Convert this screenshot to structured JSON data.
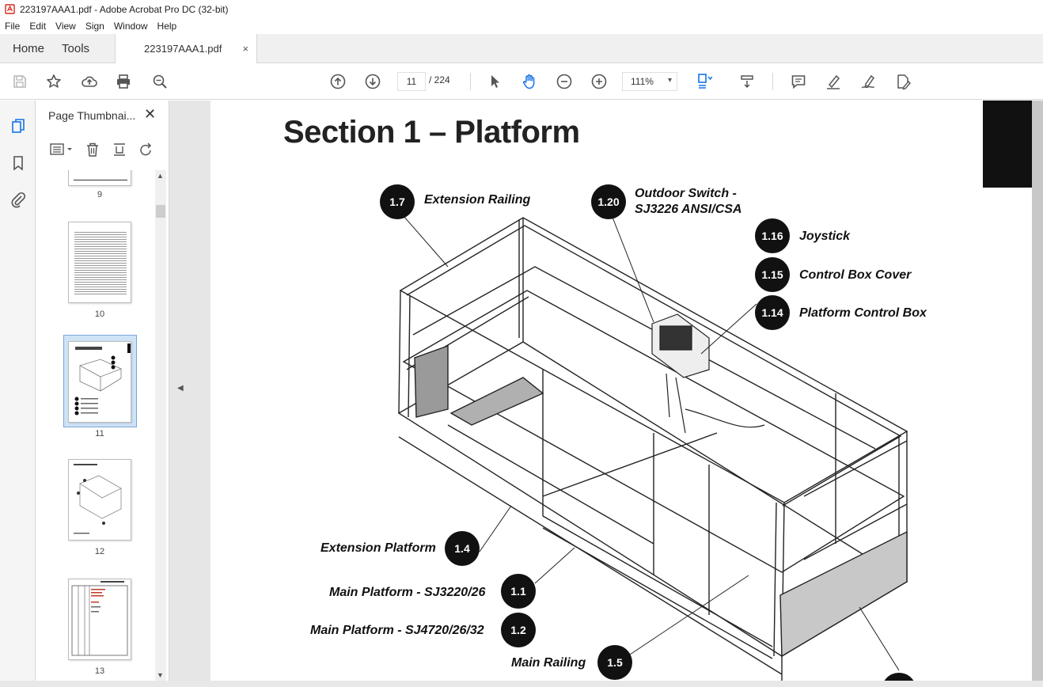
{
  "window": {
    "title": "223197AAA1.pdf - Adobe Acrobat Pro DC (32-bit)"
  },
  "menu": [
    "File",
    "Edit",
    "View",
    "Sign",
    "Window",
    "Help"
  ],
  "tabs": {
    "home": "Home",
    "tools": "Tools",
    "document": "223197AAA1.pdf",
    "close": "×"
  },
  "toolbar": {
    "current_page": "11",
    "page_total": "/ 224",
    "zoom": "111%"
  },
  "thumbnails": {
    "title": "Page Thumbnai...",
    "close": "✕",
    "pages": [
      "9",
      "10",
      "11",
      "12",
      "13"
    ],
    "selected": "11"
  },
  "document": {
    "heading": "Section 1 – Platform",
    "callouts": [
      {
        "num": "1.7",
        "label": "Extension Railing"
      },
      {
        "num": "1.20",
        "label": "Outdoor Switch -",
        "label2": "SJ3226 ANSI/CSA"
      },
      {
        "num": "1.16",
        "label": "Joystick"
      },
      {
        "num": "1.15",
        "label": "Control Box Cover"
      },
      {
        "num": "1.14",
        "label": "Platform Control Box"
      },
      {
        "num": "1.4",
        "label": "Extension Platform"
      },
      {
        "num": "1.1",
        "label": "Main Platform - SJ3220/26"
      },
      {
        "num": "1.2",
        "label": "Main Platform - SJ4720/26/32"
      },
      {
        "num": "1.5",
        "label": "Main Railing"
      }
    ]
  },
  "colors": {
    "accent": "#1473e6",
    "callout_bg": "#111111"
  }
}
